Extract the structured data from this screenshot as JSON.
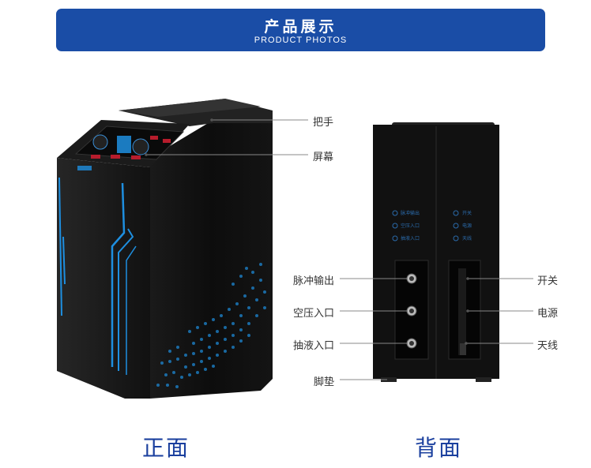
{
  "header": {
    "title_cn": "产品展示",
    "title_en": "PRODUCT PHOTOS"
  },
  "front": {
    "caption": "正面",
    "callouts": {
      "handle": "把手",
      "screen": "屏幕"
    }
  },
  "back": {
    "caption": "背面",
    "left_callouts": {
      "pulse_out": "脉冲输出",
      "air_in": "空压入口",
      "liquid_in": "抽液入口",
      "foot": "脚垫"
    },
    "right_callouts": {
      "switch": "开关",
      "power": "电源",
      "antenna": "天线"
    },
    "panel_left_text": [
      "脉冲输出",
      "空压入口",
      "抽液入口"
    ],
    "panel_right_text": [
      "开关",
      "电源",
      "天线"
    ]
  },
  "colors": {
    "banner": "#1a4da6",
    "caption": "#1a3f9e",
    "accent_blue": "#1e8fe0"
  }
}
